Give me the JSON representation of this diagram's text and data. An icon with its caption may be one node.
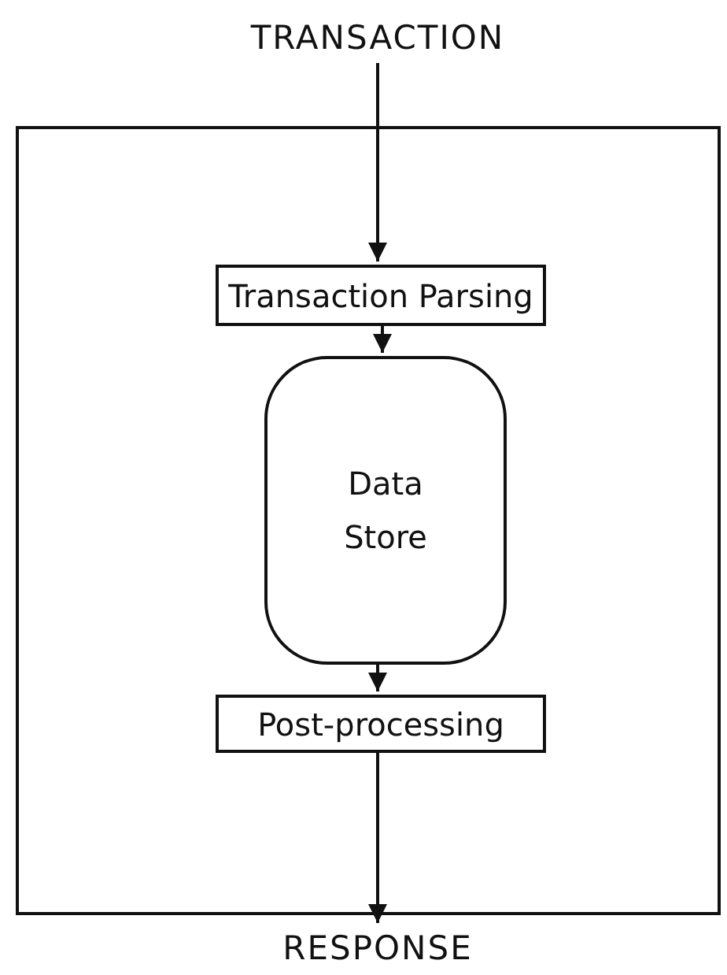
{
  "diagram": {
    "nodes": [
      {
        "text": [
          "TRANSACTION"
        ]
      },
      {
        "text": [],
        "shape": "box"
      },
      {
        "text": [
          "Transaction Parsing"
        ],
        "in": 1
      },
      {
        "text": [
          "Data Store"
        ],
        "in": 1
      },
      {
        "text": [
          "Post-processing"
        ],
        "in": 1
      },
      {
        "text": [
          "RESPONSE"
        ]
      }
    ],
    "edges": [
      {
        "from": 0,
        "to": 2,
        "arrow": "to"
      },
      {
        "from": 2,
        "to": 3,
        "arrow": "to"
      },
      {
        "from": 3,
        "to": 4,
        "arrow": "to"
      },
      {
        "from": 4,
        "to": 5,
        "arrow": "to"
      }
    ]
  }
}
